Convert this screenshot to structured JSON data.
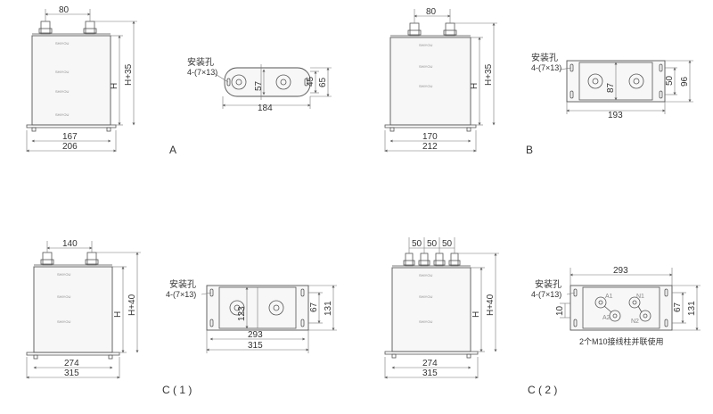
{
  "variants": {
    "A": {
      "label": "A",
      "front": {
        "top": "80",
        "bottom_inner": "167",
        "bottom_outer": "206",
        "height": "H",
        "height_total": "H+35"
      },
      "plan": {
        "hole_note": "安装孔",
        "hole_spec": "4-(7×13)",
        "length": "184",
        "mid": "57",
        "inner": "45",
        "outer": "65"
      }
    },
    "B": {
      "label": "B",
      "front": {
        "top": "80",
        "bottom_inner": "170",
        "bottom_outer": "212",
        "height": "H",
        "height_total": "H+35"
      },
      "plan": {
        "hole_note": "安装孔",
        "hole_spec": "4-(7×13)",
        "length": "193",
        "mid": "87",
        "inner": "50",
        "outer": "96"
      }
    },
    "C1": {
      "label": "C ( 1 )",
      "front": {
        "top": "140",
        "bottom_inner": "274",
        "bottom_outer": "315",
        "height": "H",
        "height_total": "H+40"
      },
      "plan": {
        "hole_note": "安装孔",
        "hole_spec": "4-(7×13)",
        "length_inner": "293",
        "length_outer": "315",
        "mid": "123",
        "inner": "67",
        "outer": "131"
      }
    },
    "C2": {
      "label": "C ( 2 )",
      "front": {
        "top_a": "50",
        "top_b": "50",
        "top_c": "50",
        "bottom_inner": "274",
        "bottom_outer": "315",
        "height": "H",
        "height_total": "H+40"
      },
      "plan": {
        "hole_note": "安装孔",
        "hole_spec": "4-(7×13)",
        "length": "293",
        "left_dim": "10",
        "inner": "67",
        "outer": "131",
        "terminals": [
          "A1",
          "N1",
          "A2",
          "N2"
        ],
        "note": "2个M10接线柱并联使用"
      }
    }
  }
}
